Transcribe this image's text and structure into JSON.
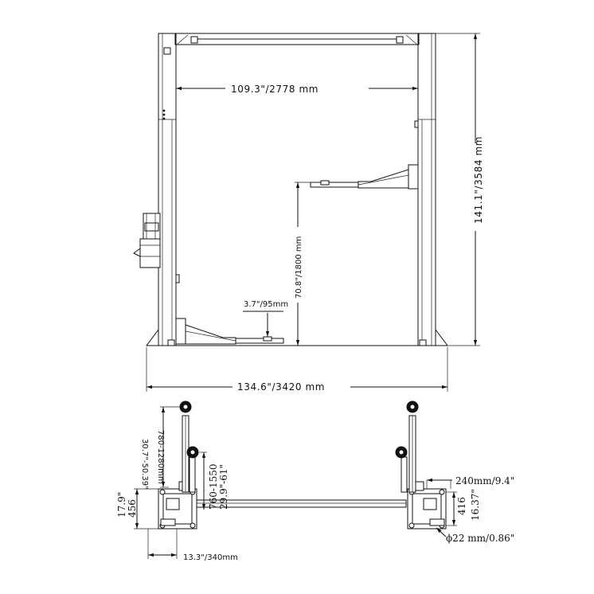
{
  "front_view": {
    "inner_width_label": "109.3\"/2778 mm",
    "total_height_label": "141.1\"/3584 mm",
    "max_lift_label": "70.8\"/1800 mm",
    "min_pad_height_label": "3.7\"/95mm",
    "overall_width_label": "134.6\"/3420 mm"
  },
  "top_view": {
    "arm_reach_long_label": "780-1280mm",
    "arm_reach_long_inch_label": "30.7\"-50.39\"",
    "arm_reach_short_label": "760-1550",
    "arm_reach_short_inch_label": "29.9\"-61\"",
    "column_depth_inch_label": "17.9\"",
    "column_depth_mm_label": "456",
    "base_width_label": "13.3\"/340mm",
    "anchor_spacing_label": "240mm/9.4\"",
    "base_depth_mm_label": "416",
    "base_depth_inch_label": "16.37\"",
    "anchor_bolt_label": "ϕ22 mm/0.86\""
  }
}
